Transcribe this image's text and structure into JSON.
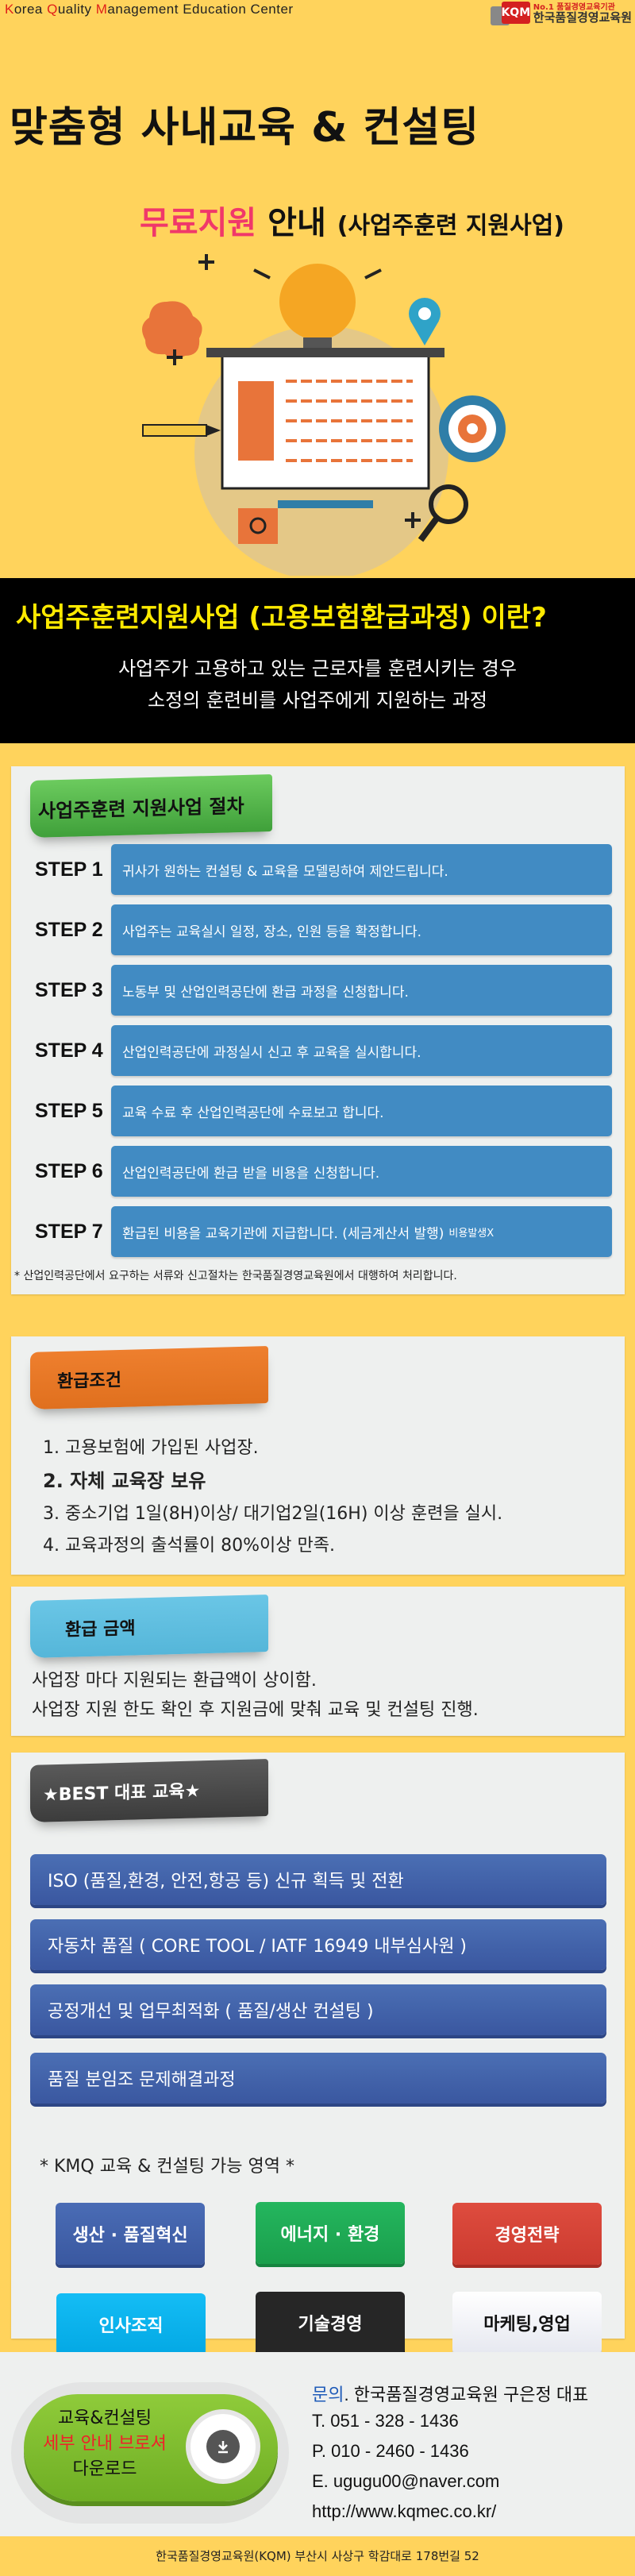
{
  "header": {
    "tagline_parts": [
      "K",
      "orea ",
      "Q",
      "uality ",
      "M",
      "anagement Education Center"
    ],
    "logo": {
      "mark": "KQM",
      "slogan": "No.1 품질경영교육기관",
      "name": "한국품질경영교육원"
    },
    "title": "맞춤형 사내교육 & 컨설팅",
    "subtitle_highlight": "무료지원",
    "subtitle_rest": "안내",
    "subtitle_paren": "(사업주훈련 지원사업)"
  },
  "banner": {
    "title": "사업주훈련지원사업 (고용보험환급과정) 이란?",
    "line1": "사업주가 고용하고 있는 근로자를 훈련시키는 경우",
    "line2": "소정의 훈련비를 사업주에게 지원하는 과정"
  },
  "procedure": {
    "ribbon": "사업주훈련 지원사업 절차",
    "steps": [
      {
        "label": "STEP 1",
        "text": "귀사가 원하는 컨설팅 & 교육을 모델링하여 제안드립니다.",
        "note": ""
      },
      {
        "label": "STEP 2",
        "text": "사업주는 교육실시 일정, 장소, 인원 등을 확정합니다.",
        "note": ""
      },
      {
        "label": "STEP 3",
        "text": "노동부 및 산업인력공단에 환급 과정을 신청합니다.",
        "note": ""
      },
      {
        "label": "STEP 4",
        "text": "산업인력공단에 과정실시 신고 후 교육을 실시합니다.",
        "note": ""
      },
      {
        "label": "STEP 5",
        "text": "교육 수료 후 산업인력공단에 수료보고 합니다.",
        "note": ""
      },
      {
        "label": "STEP 6",
        "text": "산업인력공단에 환급 받을 비용을 신청합니다.",
        "note": ""
      },
      {
        "label": "STEP 7",
        "text": "환급된 비용을 교육기관에 지급합니다. (세금계산서 발행)",
        "note": "비용발생X"
      }
    ],
    "footnote": "* 산업인력공단에서 요구하는 서류와 신고절차는 한국품질경영교육원에서 대행하여 처리합니다."
  },
  "conditions": {
    "ribbon": "환급조건",
    "items": [
      "1.  고용보험에 가입된 사업장.",
      "2.  자체 교육장 보유",
      "3.  중소기업 1일(8H)이상/ 대기업2일(16H) 이상 훈련을 실시.",
      "4.  교육과정의 출석률이 80%이상 만족."
    ]
  },
  "amount": {
    "ribbon": "환급 금액",
    "line1": "사업장 마다 지원되는 환급액이 상이함.",
    "line2": "사업장 지원 한도 확인 후 지원금에 맞춰 교육 및 컨설팅 진행."
  },
  "best": {
    "ribbon": "★BEST 대표 교육★",
    "courses": [
      "ISO (품질,환경, 안전,항공  등) 신규 획득 및 전환",
      "자동차 품질 ( CORE TOOL / IATF 16949 내부심사원 )",
      "공정개선 및 업무최적화 ( 품질/생산 컨설팅 )",
      "품질 분임조 문제해결과정"
    ],
    "areas_title": "* KMQ 교육 &  컨설팅 가능 영역 *",
    "areas": [
      {
        "label": "생산 · 품질혁신",
        "color": "#3f5ea8"
      },
      {
        "label": "에너지 · 환경",
        "color": "#1fae55"
      },
      {
        "label": "경영전략",
        "color": "#d8443a"
      },
      {
        "label": "인사조직",
        "color": "#0bb3ee"
      },
      {
        "label": "기술경영",
        "color": "#232323"
      },
      {
        "label": "마케팅,영업",
        "color": "#f4f5f8"
      }
    ]
  },
  "contact": {
    "download": {
      "line1": "교육&컨설팅",
      "line2": "세부 안내 브로셔",
      "line3": "다운로드",
      "icon": "download-icon"
    },
    "inquiry_label": "문의",
    "inquiry_text": ". 한국품질경영교육원 구은정 대표",
    "tel": "T. 051 - 328 - 1436",
    "phone": "P. 010 - 2460 - 1436",
    "email": "E. ugugu00@naver.com",
    "website": "http://www.kqmec.co.kr/"
  },
  "footer": {
    "address": "한국품질경영교육원(KQM) 부산시 사상구 학감대로 178번길 52"
  }
}
